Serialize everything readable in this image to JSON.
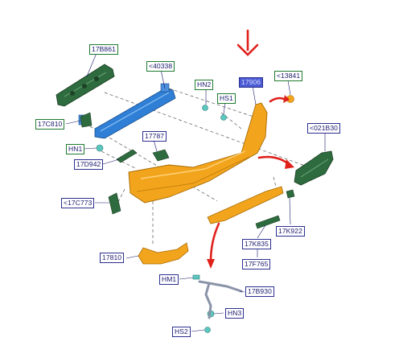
{
  "labels": {
    "bracket_top": "17B861",
    "reinforcement_beam": "<40338",
    "bumper_cover": "17906",
    "retainer_13841": "<13841",
    "hn2": "HN2",
    "hs1": "HS1",
    "bracket_17c810": "17C810",
    "hn1": "HN1",
    "bracket_17787": "17787",
    "bracket_17d942": "17D942",
    "bracket_021b30": "<021B30",
    "reflector_17c773": "<17C773",
    "bracket_17k922": "17K922",
    "bracket_17k835": "17K835",
    "valance_17f765": "17F765",
    "lower_cover_17810": "17810",
    "hm1": "HM1",
    "harness_17b930": "17B930",
    "hn3": "HN3",
    "hs2": "HS2"
  },
  "colors": {
    "bumper": "#f2a51c",
    "beam": "#2f7fd6",
    "bracket": "#2e6b3e",
    "clip": "#5bc8c0",
    "arrow": "#e0201b",
    "label_border": "#2b2f8f",
    "label_highlight": "#4a5bd4"
  }
}
